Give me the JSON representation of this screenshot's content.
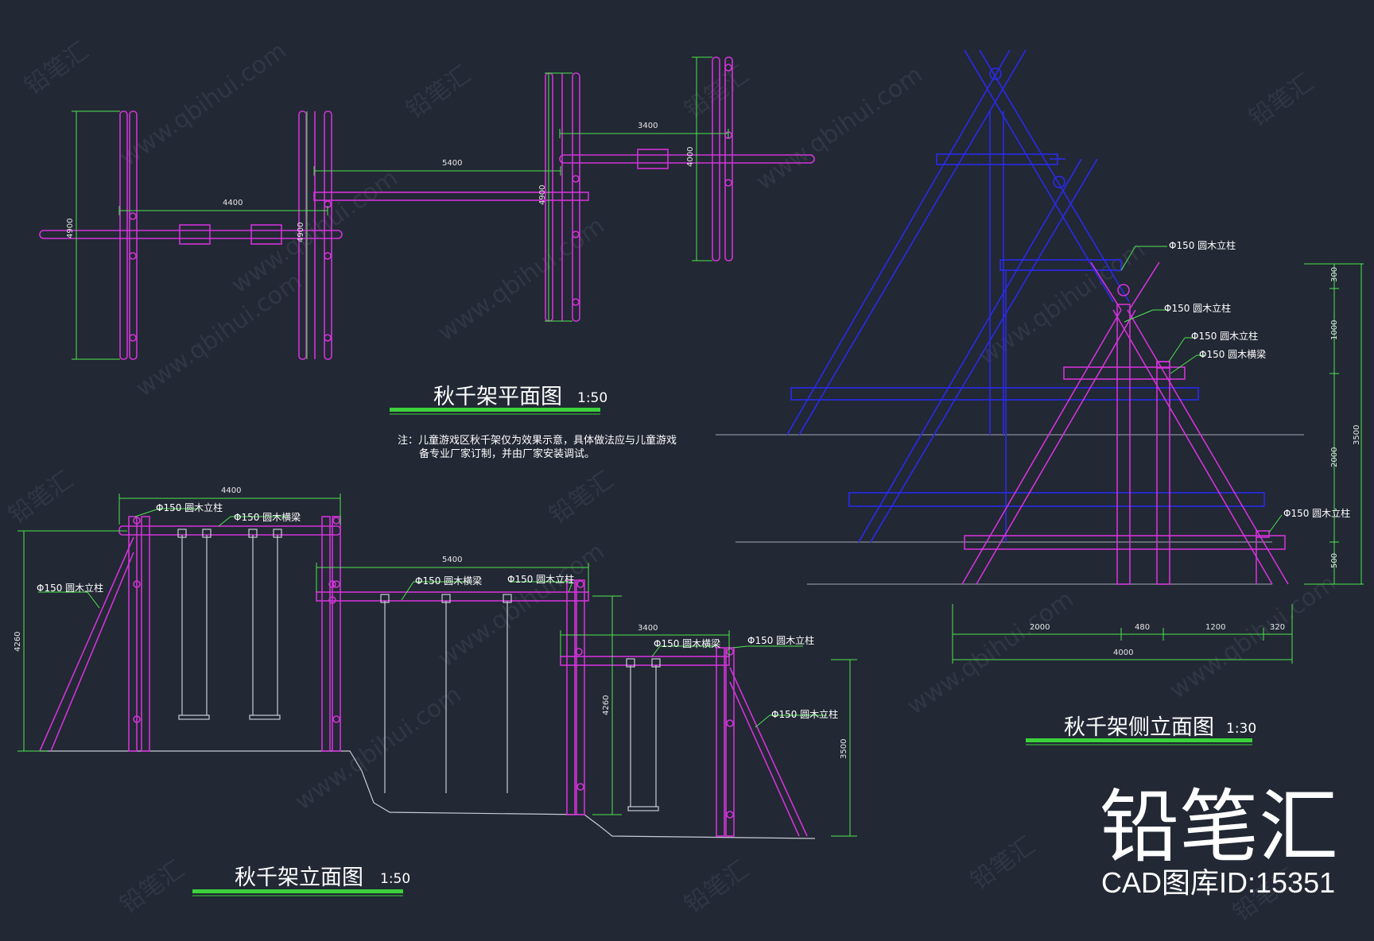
{
  "drawing": {
    "plan": {
      "title": "秋千架平面图",
      "scale": "1:50",
      "dims": [
        "4400",
        "4900",
        "4900",
        "5400",
        "4900",
        "3400",
        "4000"
      ]
    },
    "elevation": {
      "title": "秋千架立面图",
      "scale": "1:50",
      "dims": [
        "4400",
        "4260",
        "5400",
        "3400",
        "4260",
        "3500"
      ],
      "labels": {
        "col_a": "Φ150 圆木立柱",
        "beam_a": "Φ150 圆木横梁",
        "col_b": "Φ150 圆木立柱",
        "beam_b": "Φ150 圆木横梁",
        "col_c": "Φ150 圆木立柱",
        "beam_c": "Φ150 圆木横梁",
        "col_d": "Φ150 圆木立柱",
        "col_e": "Φ150 圆木立柱"
      }
    },
    "side": {
      "title": "秋千架侧立面图",
      "scale": "1:30",
      "labels": {
        "col_a": "Φ150 圆木立柱",
        "col_b": "Φ150 圆木立柱",
        "col_c": "Φ150 圆木立柱",
        "beam": "Φ150 圆木横梁",
        "col_d": "Φ150 圆木立柱"
      },
      "dims_bottom": [
        "2000",
        "480",
        "1200",
        "320",
        "4000"
      ],
      "dims_right": [
        "300",
        "1000",
        "2000",
        "500",
        "3500"
      ]
    },
    "note": {
      "line1": "注：儿童游戏区秋千架仅为效果示意，具体做法应与儿童游戏",
      "line2": "备专业厂家订制，并由厂家安装调试。"
    }
  },
  "brand": {
    "logo_text": "铅笔汇",
    "id_text": "CAD图库ID:15351",
    "watermark_cn": "铅笔汇",
    "watermark_url": "www.qbihui.com"
  },
  "colors": {
    "background": "#222834",
    "frame_member": "#d233d8",
    "dimension": "#4ee64e",
    "background_view": "#2a2ad8",
    "ground": "#8a8f9c"
  }
}
